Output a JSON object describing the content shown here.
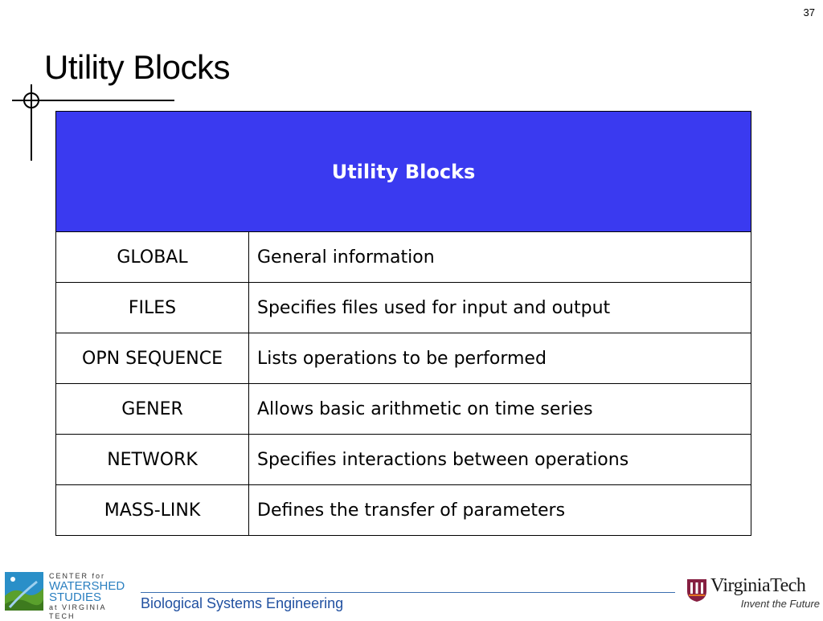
{
  "slide": {
    "number": "37",
    "title": "Utility Blocks"
  },
  "table": {
    "header": "Utility Blocks",
    "rows": [
      {
        "code": "GLOBAL",
        "desc": "General information"
      },
      {
        "code": "FILES",
        "desc": "Specifies files used for input and output"
      },
      {
        "code": "OPN SEQUENCE",
        "desc": "Lists operations to be performed"
      },
      {
        "code": "GENER",
        "desc": "Allows basic arithmetic on time series"
      },
      {
        "code": "NETWORK",
        "desc": "Specifies interactions between operations"
      },
      {
        "code": "MASS-LINK",
        "desc": "Defines the transfer of parameters"
      }
    ]
  },
  "footer": {
    "department": "Biological Systems Engineering",
    "cws_logo": {
      "line1": "CENTER for",
      "line2": "WATERSHED",
      "line3": "STUDIES",
      "line4": "at VIRGINIA TECH"
    },
    "vt_logo": {
      "name": "VirginiaTech",
      "tagline": "Invent the Future"
    }
  },
  "colors": {
    "header_bg": "#3a3af0",
    "footer_blue": "#2050a0",
    "vt_maroon": "#861f41"
  }
}
